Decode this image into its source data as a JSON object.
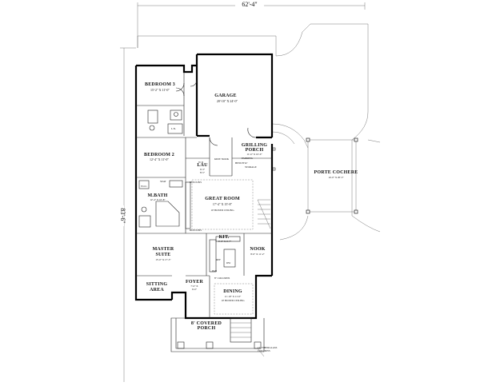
{
  "overall": {
    "width": "62'-4\"",
    "depth": "83'-6\""
  },
  "rooms": {
    "bedroom3": {
      "name": "BEDROOM 3",
      "size": "15'-2\" X 11'-0\""
    },
    "garage": {
      "name": "GARAGE",
      "size": "20'-10\" X 24'-0\""
    },
    "bedroom2": {
      "name": "BEDROOM 2",
      "size": "12'-4\" X 11'-0\""
    },
    "grilling_porch": {
      "name": "GRILLING",
      "name2": "PORCH",
      "size": "11'-6\" X 10'-0\""
    },
    "lau": {
      "name": "LAU",
      "size": "6'-3\"",
      "size2": "8'-5\""
    },
    "mbath": {
      "name": "M.BATH",
      "size": "12'-4\" X 10'-8\""
    },
    "great_room": {
      "name": "GREAT ROOM",
      "size": "17'-4\" X 15'-8\"",
      "note": "10' BOXED CEILING"
    },
    "porte_cochere": {
      "name": "PORTE COCHERE",
      "size": "14'-0\" X 20'-5\""
    },
    "kit": {
      "name": "KIT.",
      "size": "9'-8\" X 6'-7\""
    },
    "nook": {
      "name": "NOOK",
      "size": "8'-0\" X 11'-2\""
    },
    "master_suite": {
      "name": "MASTER",
      "name2": "SUITE",
      "size": "15'-0\" X 17'-5\""
    },
    "sitting": {
      "name": "SITTING",
      "name2": "AREA"
    },
    "foyer": {
      "name": "FOYER",
      "size": "7'-0\" X",
      "size2": "6'-0\""
    },
    "dining": {
      "name": "DINING",
      "size": "11'-10\" X 11'-0\"",
      "note": "10' BOXED CEILING"
    },
    "covered_porch": {
      "name": "8' COVERED",
      "name2": "PORCH"
    }
  },
  "notes": {
    "kids_nook": "KIDS' NOOK",
    "parking": "PARKING",
    "bench": "BENCH W/",
    "storage": "STORAGE",
    "built_in_1": "BUILT-INS",
    "built_in_2": "BUILT-INS",
    "columns": "8\" COLUMNS",
    "fiberglass": "12\" FIBERGLASS",
    "fiberglass2": "COLUMNS",
    "wic": "W.I.C.",
    "pan": "PAN",
    "ref": "REF",
    "dw": "DW",
    "seat": "SEAT",
    "wd": "W D",
    "ln": "L.N."
  }
}
